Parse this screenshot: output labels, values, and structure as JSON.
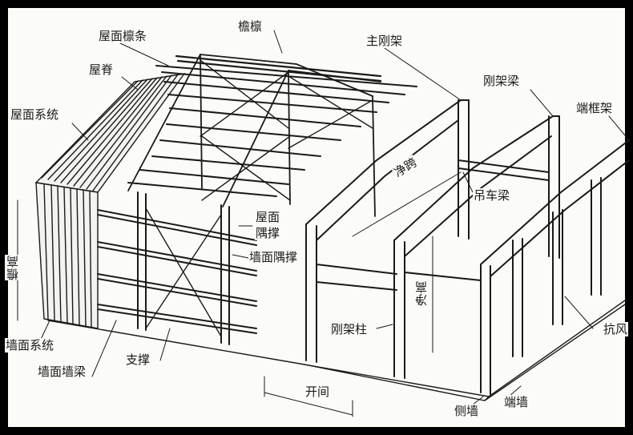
{
  "colors": {
    "frame": "#000000",
    "paper": "#fbfbf8",
    "ink": "#1a1a1a"
  },
  "labels": {
    "roof_purlin": "屋面檩条",
    "eave_purlin": "檐檩",
    "ridge": "屋脊",
    "main_frame": "主刚架",
    "rigid_beam": "刚架梁",
    "end_frame": "端框架",
    "roof_system": "屋面系统",
    "net_span": "净跨",
    "crane_beam": "吊车梁",
    "roof_brace_line1": "屋面",
    "roof_brace_line2": "隅撑",
    "wall_brace": "墙面隅撑",
    "eave_height": "檐高",
    "net_height": "净高",
    "wall_system": "墙面系统",
    "frame_column": "刚架柱",
    "wind_column": "抗风",
    "wall_girt": "墙面墙梁",
    "bracing": "支撑",
    "bay": "开间",
    "side_wall": "侧墙",
    "end_wall": "端墙"
  }
}
